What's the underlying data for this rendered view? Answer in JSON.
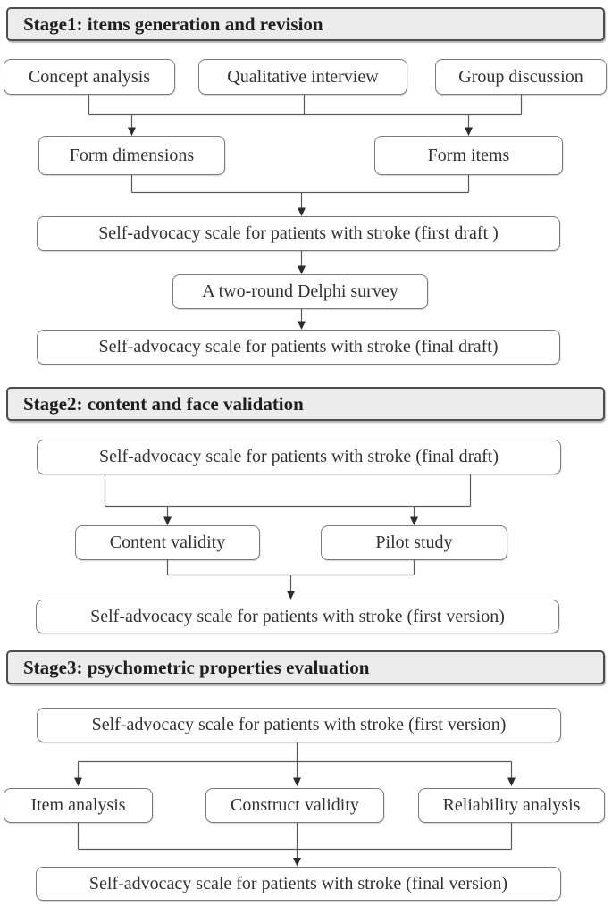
{
  "colors": {
    "background": "#ffffff",
    "header_fill": "#ececec",
    "header_border": "#4d4d4d",
    "header_text": "#1f1f1f",
    "box_fill": "#ffffff",
    "box_border": "#7b7b7b",
    "box_text": "#323232",
    "line": "#5a5a5a",
    "arrowhead": "#2b2b2b"
  },
  "stages": [
    {
      "title": "Stage1: items generation and revision",
      "nodes": {
        "concept_analysis": "Concept analysis",
        "qualitative_interview": "Qualitative interview",
        "group_discussion": "Group discussion",
        "form_dimensions": "Form dimensions",
        "form_items": "Form items",
        "first_draft": "Self-advocacy scale for patients with stroke (first draft )",
        "delphi_survey": "A two-round Delphi survey",
        "final_draft": "Self-advocacy scale for patients with stroke (final draft)"
      }
    },
    {
      "title": "Stage2: content and face validation",
      "nodes": {
        "final_draft": "Self-advocacy scale for patients with stroke (final draft)",
        "content_validity": "Content validity",
        "pilot_study": "Pilot study",
        "first_version": "Self-advocacy scale for patients with stroke (first version)"
      }
    },
    {
      "title": "Stage3: psychometric properties evaluation",
      "nodes": {
        "first_version": "Self-advocacy scale for patients with stroke (first version)",
        "item_analysis": "Item analysis",
        "construct_validity": "Construct validity",
        "reliability_analysis": "Reliability analysis",
        "final_version": "Self-advocacy scale for patients with stroke (final version)"
      }
    }
  ]
}
